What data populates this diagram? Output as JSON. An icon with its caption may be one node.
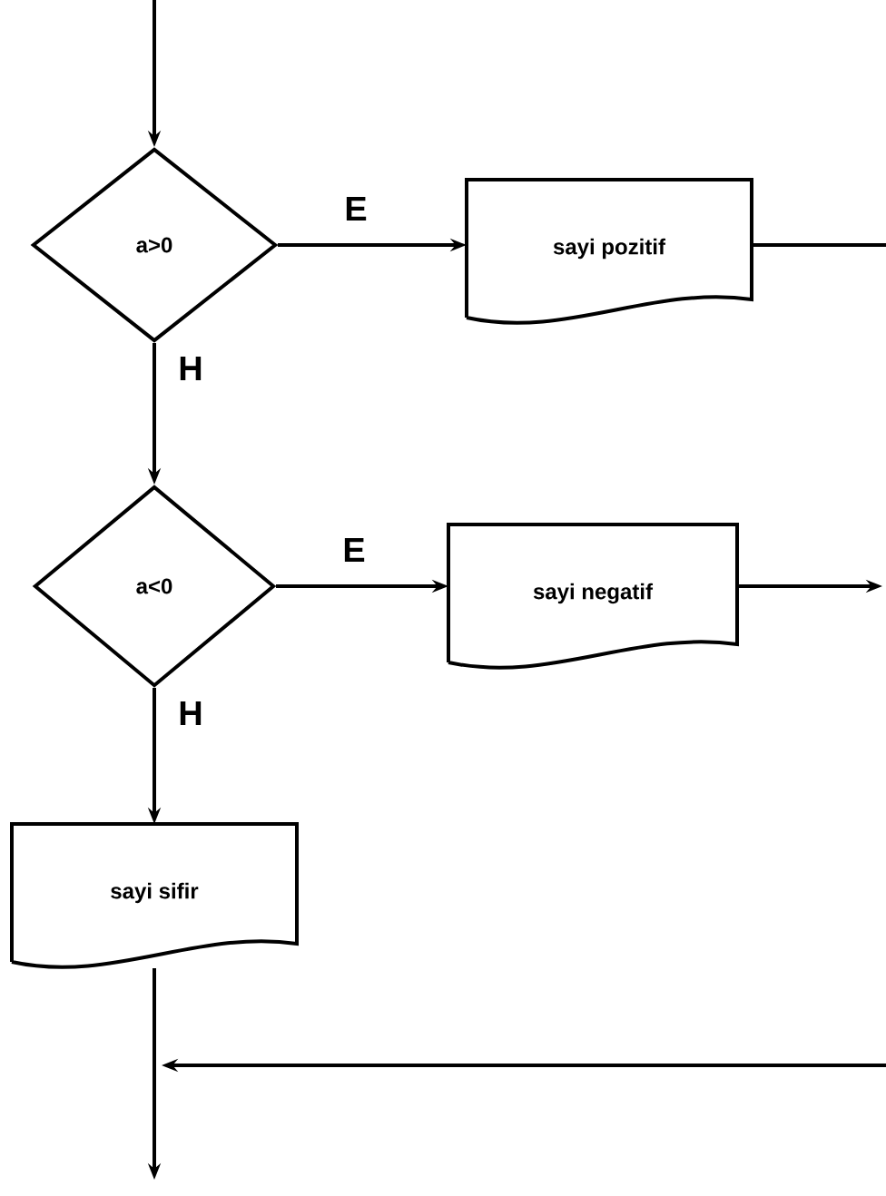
{
  "diagram": {
    "nodes": [
      {
        "text": [
          "a>0"
        ]
      },
      {
        "text": [
          "sayi pozitif"
        ]
      },
      {
        "text": [
          "a<0"
        ]
      },
      {
        "text": [
          "sayi negatif"
        ]
      },
      {
        "text": [
          "sayi sifir"
        ]
      }
    ],
    "edges": [
      {
        "from": null,
        "to": 0,
        "arrow": "to"
      },
      {
        "from": 0,
        "to": 1,
        "arrow": "to",
        "label": "E"
      },
      {
        "from": 0,
        "to": 2,
        "arrow": "to",
        "label": "H"
      },
      {
        "from": 2,
        "to": 3,
        "arrow": "to",
        "label": "E"
      },
      {
        "from": 2,
        "to": 4,
        "arrow": "to",
        "label": "H"
      },
      {
        "from": 1,
        "to": null,
        "arrow": "none"
      },
      {
        "from": 3,
        "to": null,
        "arrow": "to"
      },
      {
        "from": 4,
        "to": null,
        "arrow": "to"
      }
    ]
  }
}
